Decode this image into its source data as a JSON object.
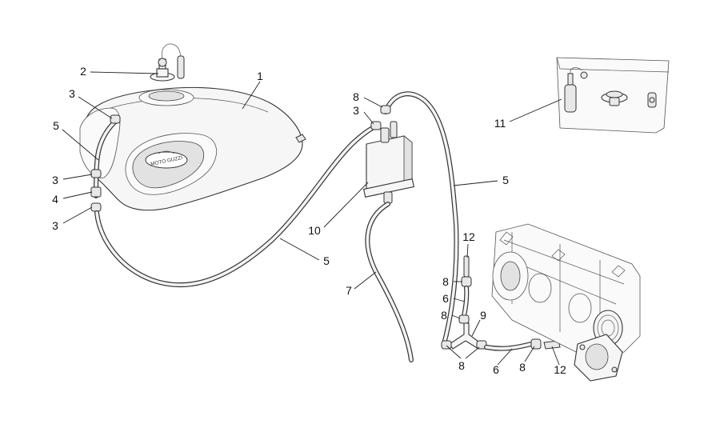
{
  "callouts": [
    {
      "label": "1"
    },
    {
      "label": "2"
    },
    {
      "label": "3"
    },
    {
      "label": "5"
    },
    {
      "label": "3"
    },
    {
      "label": "4"
    },
    {
      "label": "3"
    },
    {
      "label": "8"
    },
    {
      "label": "3"
    },
    {
      "label": "10"
    },
    {
      "label": "5"
    },
    {
      "label": "7"
    },
    {
      "label": "5"
    },
    {
      "label": "11"
    },
    {
      "label": "12"
    },
    {
      "label": "8"
    },
    {
      "label": "6"
    },
    {
      "label": "8"
    },
    {
      "label": "9"
    },
    {
      "label": "8"
    },
    {
      "label": "6"
    },
    {
      "label": "8"
    },
    {
      "label": "12"
    }
  ],
  "tank_logo_text": "MOTO GUZZI"
}
